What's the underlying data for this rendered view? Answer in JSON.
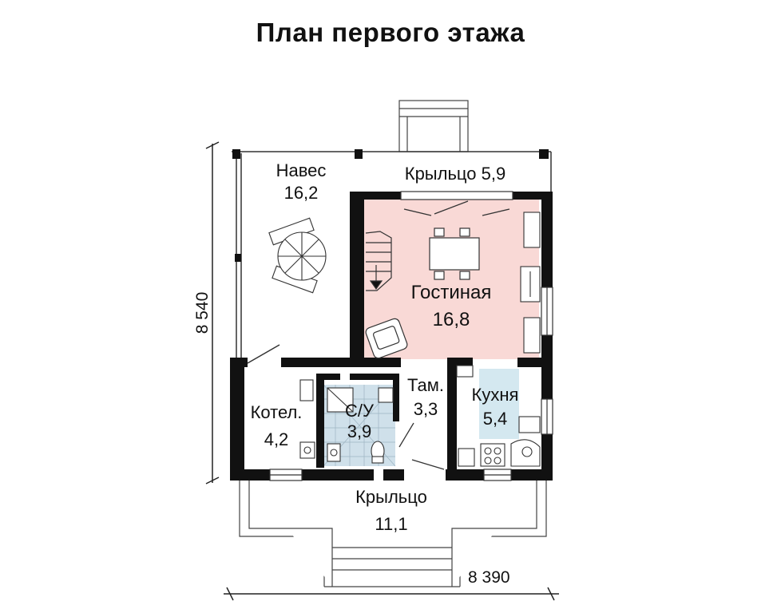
{
  "title": "План первого этажа",
  "rooms": {
    "naves": {
      "name": "Навес",
      "area": "16,2"
    },
    "porch_top": {
      "name": "Крыльцо",
      "area": "5,9"
    },
    "living": {
      "name": "Гостиная",
      "area": "16,8"
    },
    "boiler": {
      "name": "Котел.",
      "area": "4,2"
    },
    "bath": {
      "name": "С/У",
      "area": "3,9"
    },
    "vestibule": {
      "name": "Там.",
      "area": "3,3"
    },
    "kitchen": {
      "name": "Кухня",
      "area": "5,4"
    },
    "porch_bottom": {
      "name": "Крыльцо",
      "area": "11,1"
    }
  },
  "dimensions": {
    "height": "8 540",
    "width": "8 390"
  },
  "colors": {
    "wall": "#111111",
    "living_fill": "#f9d9d6",
    "kitchen_fill": "#d4e8f0",
    "bath_fill": "#cfe0ea",
    "line": "#333333"
  },
  "icons": [
    "dining-table-icon",
    "patio-umbrella-table-icon",
    "armchair-icon",
    "stairs-icon",
    "stove-icon",
    "sink-icon",
    "toilet-icon",
    "shower-icon",
    "boiler-icon"
  ]
}
